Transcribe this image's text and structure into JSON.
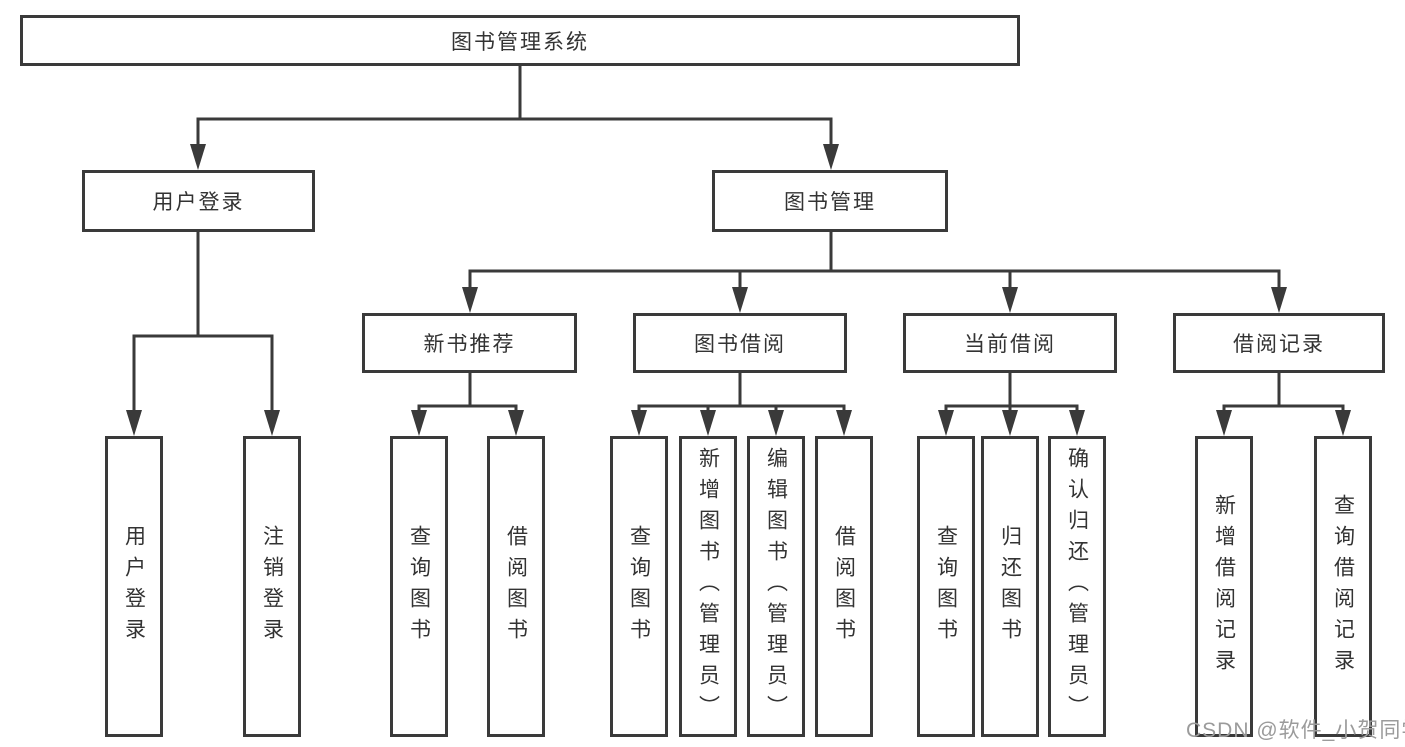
{
  "diagram_type": "hierarchy-tree",
  "watermark": "CSDN @软件_小贺同学",
  "colors": {
    "line": "#3a3a3a",
    "box_border": "#3a3a3a",
    "box_background": "#ffffff",
    "text": "#333333",
    "watermark": "#9b9b9b",
    "page_background": "#ffffff"
  },
  "tree": {
    "root": {
      "label": "图书管理系统",
      "children": [
        {
          "label": "用户登录",
          "children": [
            {
              "label": "用户登录"
            },
            {
              "label": "注销登录"
            }
          ]
        },
        {
          "label": "图书管理",
          "children": [
            {
              "label": "新书推荐",
              "children": [
                {
                  "label": "查询图书"
                },
                {
                  "label": "借阅图书"
                }
              ]
            },
            {
              "label": "图书借阅",
              "children": [
                {
                  "label": "查询图书"
                },
                {
                  "label": "新增图书（管理员）"
                },
                {
                  "label": "编辑图书（管理员）"
                },
                {
                  "label": "借阅图书"
                }
              ]
            },
            {
              "label": "当前借阅",
              "children": [
                {
                  "label": "查询图书"
                },
                {
                  "label": "归还图书"
                },
                {
                  "label": "确认归还（管理员）"
                }
              ]
            },
            {
              "label": "借阅记录",
              "children": [
                {
                  "label": "新增借阅记录"
                },
                {
                  "label": "查询借阅记录"
                }
              ]
            }
          ]
        }
      ]
    }
  }
}
